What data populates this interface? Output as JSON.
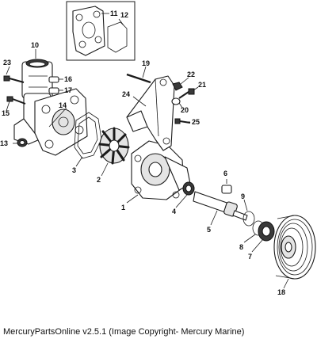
{
  "labels": {
    "p1": "1",
    "p2": "2",
    "p3": "3",
    "p4": "4",
    "p5": "5",
    "p6": "6",
    "p7": "7",
    "p8": "8",
    "p9": "9",
    "p10": "10",
    "p11": "11",
    "p12": "12",
    "p13": "13",
    "p14": "14",
    "p15": "15",
    "p16": "16",
    "p17": "17",
    "p18": "18",
    "p19": "19",
    "p20": "20",
    "p21": "21",
    "p22": "22",
    "p23": "23",
    "p24": "24",
    "p25": "25"
  },
  "caption": "MercuryPartsOnline v2.5.1 (Image Copyright- Mercury Marine)"
}
